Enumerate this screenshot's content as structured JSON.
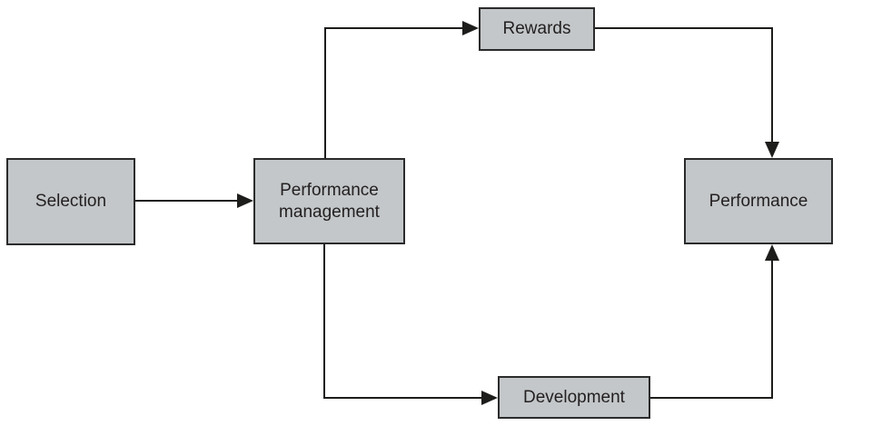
{
  "diagram": {
    "type": "flow-diagram",
    "nodes": {
      "selection": {
        "label": "Selection"
      },
      "performance_management": {
        "label": "Performance management"
      },
      "rewards": {
        "label": "Rewards"
      },
      "development": {
        "label": "Development"
      },
      "performance": {
        "label": "Performance"
      }
    },
    "edges": [
      {
        "from": "Selection",
        "to": "Performance management"
      },
      {
        "from": "Performance management",
        "to": "Rewards"
      },
      {
        "from": "Performance management",
        "to": "Development"
      },
      {
        "from": "Rewards",
        "to": "Performance"
      },
      {
        "from": "Development",
        "to": "Performance"
      }
    ],
    "colors": {
      "background": "#ffffff",
      "node_fill": "#c3c7c9",
      "node_border": "#2b2b2b",
      "connector": "#1d1d1b",
      "text": "#231f20"
    }
  }
}
